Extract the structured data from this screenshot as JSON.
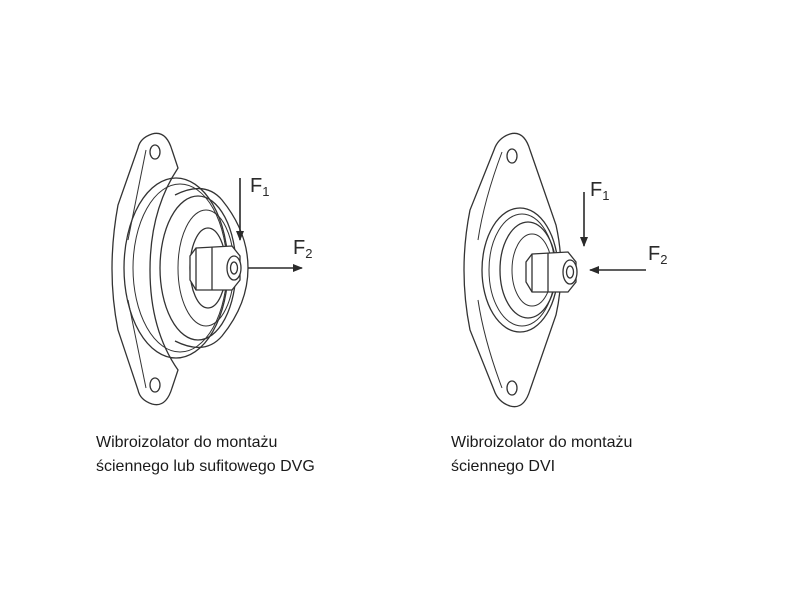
{
  "left_figure": {
    "force_vertical": {
      "letter": "F",
      "index": "1"
    },
    "force_horizontal": {
      "letter": "F",
      "index": "2"
    },
    "caption_line1": "Wibroizolator do montażu",
    "caption_line2": "ściennego lub sufitowego DVG"
  },
  "right_figure": {
    "force_vertical": {
      "letter": "F",
      "index": "1"
    },
    "force_horizontal": {
      "letter": "F",
      "index": "2"
    },
    "caption_line1": "Wibroizolator do montażu",
    "caption_line2": "ściennego DVI"
  }
}
